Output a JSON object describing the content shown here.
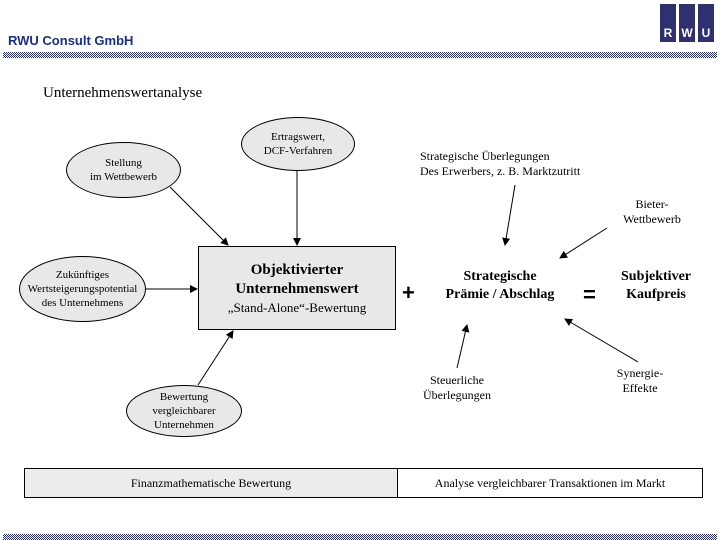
{
  "header": {
    "company": "RWU Consult GmbH",
    "logo_letters": [
      "R",
      "W",
      "U"
    ],
    "brand_color": "#1a2e8c",
    "logo_color": "#2e3070"
  },
  "title": "Unternehmenswertanalyse",
  "inputs": {
    "stellung": [
      "Stellung",
      "im Wettbewerb"
    ],
    "ertragswert": [
      "Ertragswert,",
      "DCF-Verfahren"
    ],
    "zukuenftiges": [
      "Zukünftiges",
      "Wertsteigerungspotential",
      "des Unternehmens"
    ],
    "bewertung": [
      "Bewertung",
      "vergleichbarer",
      "Unternehmen"
    ]
  },
  "main_box": {
    "line1": "Objektivierter",
    "line2": "Unternehmenswert",
    "line3": "„Stand-Alone“-Bewertung"
  },
  "operators": {
    "plus": "+",
    "equals": "="
  },
  "praemie": [
    "Strategische",
    "Prämie / Abschlag"
  ],
  "kaufpreis": [
    "Subjektiver",
    "Kaufpreis"
  ],
  "factors": {
    "strategische": [
      "Strategische Überlegungen",
      "Des Erwerbers, z. B. Marktzutritt"
    ],
    "bieter": [
      "Bieter-",
      "Wettbewerb"
    ],
    "steuerliche": [
      "Steuerliche",
      "Überlegungen"
    ],
    "synergie": [
      "Synergie-",
      "Effekte"
    ]
  },
  "bottom_bar": {
    "left": "Finanzmathematische Bewertung",
    "right": "Analyse vergleichbarer Transaktionen im Markt"
  }
}
